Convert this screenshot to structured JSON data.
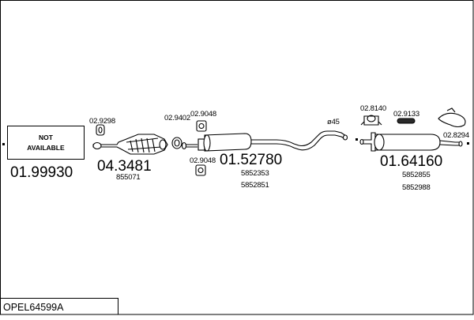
{
  "title_box": {
    "text": "OPEL64599A"
  },
  "not_available": {
    "line1": "NOT",
    "line2": "AVAILABLE",
    "part_number": "01.99930"
  },
  "parts": {
    "clamp_front": "02.9298",
    "catalytic_converter": "04.3481",
    "catalytic_oe": "855071",
    "gasket_mid": "02.9402",
    "mount_top": "02.9048",
    "mount_bottom": "02.9048",
    "middle_silencer": "01.52780",
    "middle_oe_1": "5852353",
    "middle_oe_2": "5852851",
    "pipe_diameter": "ø45",
    "rear_mount_ring": "02.8140",
    "rear_mount_bracket": "02.9133",
    "rear_mount_right": "02.8294",
    "rear_silencer": "01.64160",
    "rear_oe_1": "5852855",
    "rear_oe_2": "5852988"
  },
  "colors": {
    "line": "#000000",
    "background": "#ffffff"
  }
}
